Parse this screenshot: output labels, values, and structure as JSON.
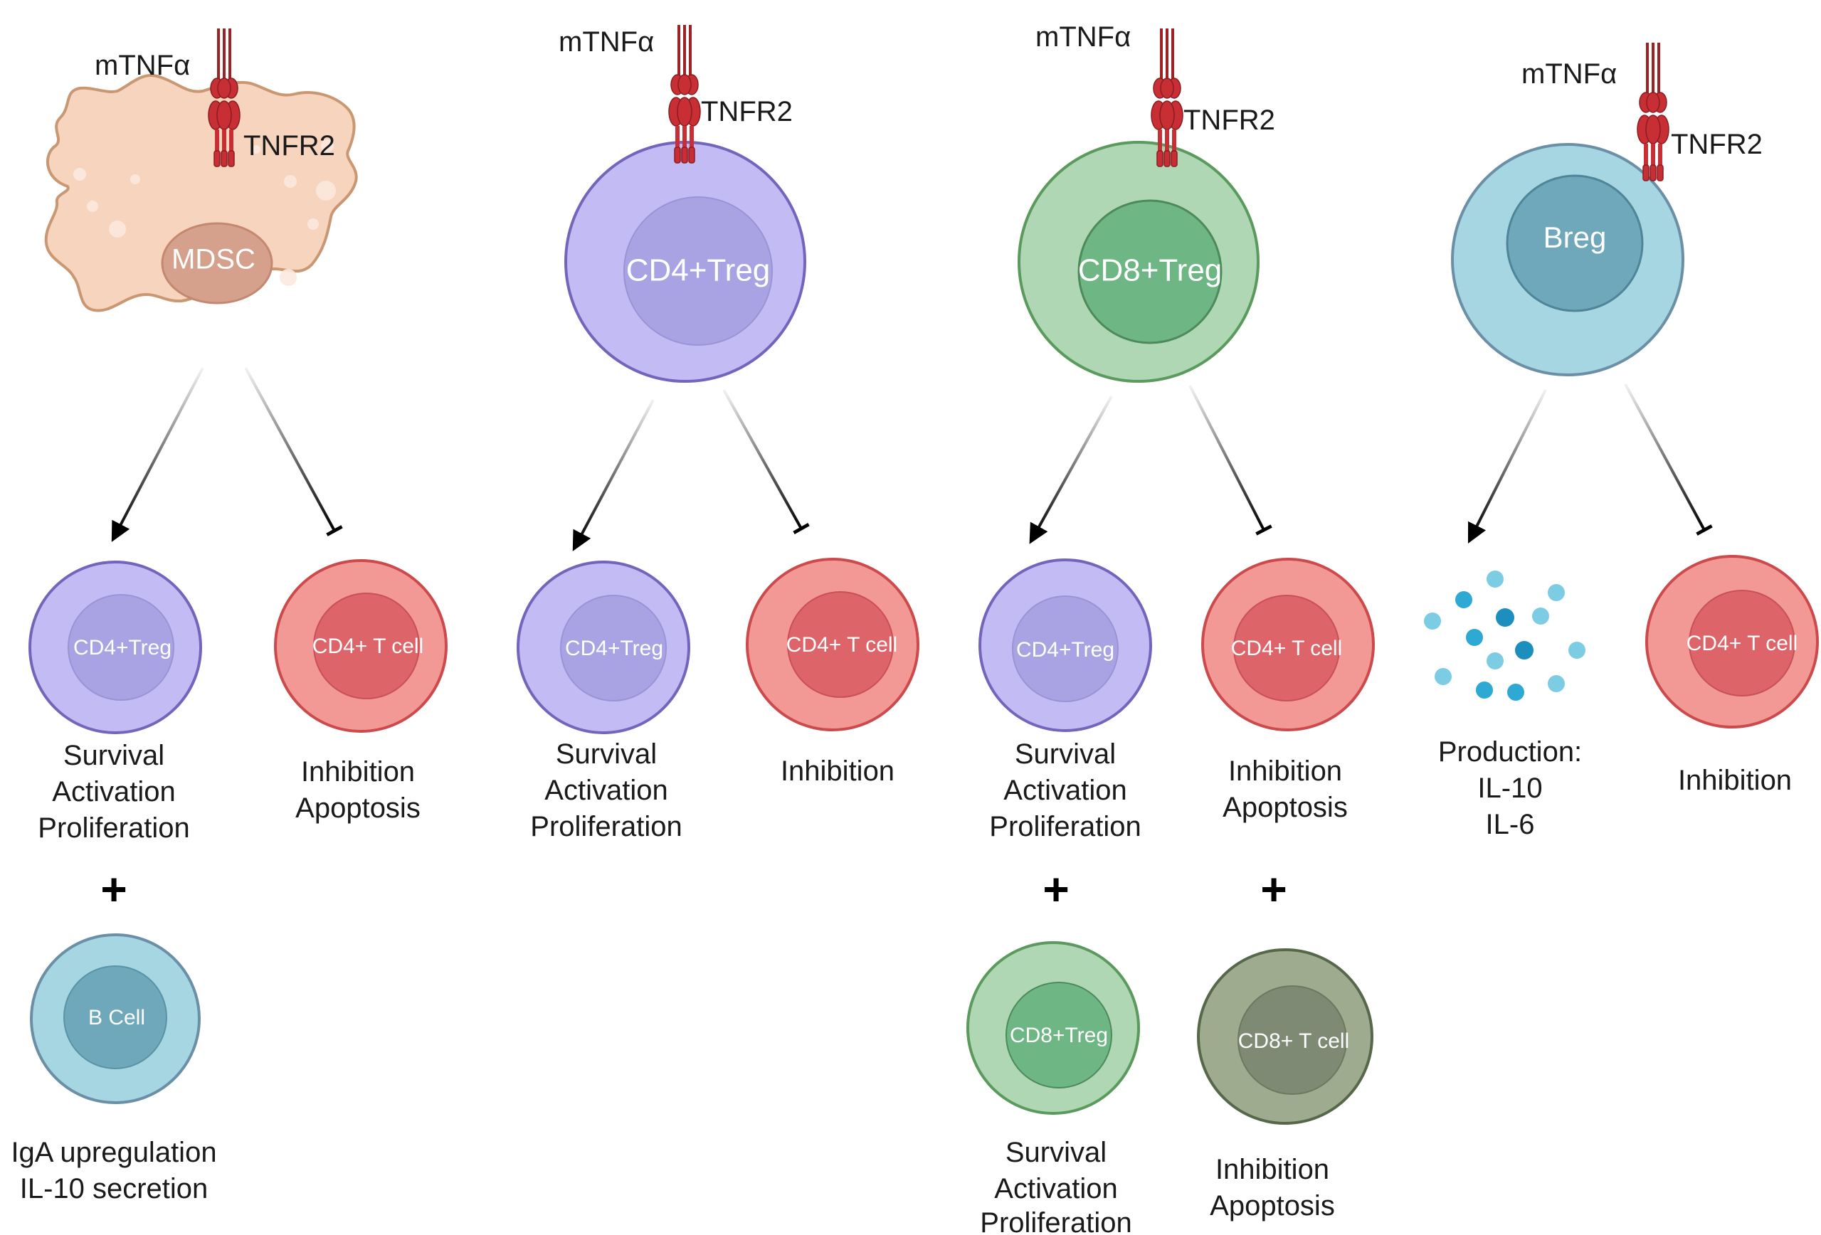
{
  "labels": {
    "ligand": "mTNFα",
    "receptor": "TNFR2",
    "plus": "+"
  },
  "sources": {
    "mdsc": "MDSC",
    "cd4treg": "CD4+Treg",
    "cd8treg": "CD8+Treg",
    "breg": "Breg"
  },
  "targets": {
    "cd4treg": "CD4+Treg",
    "cd4tcell": "CD4+ T cell",
    "cd8treg": "CD8+Treg",
    "cd8tcell": "CD8+ T cell",
    "bcell": "B Cell"
  },
  "outcomes": {
    "survival": "Survival",
    "activation": "Activation",
    "proliferation": "Proliferation",
    "inhibition": "Inhibition",
    "apoptosis": "Apoptosis",
    "production": "Production:",
    "il10": "IL-10",
    "il6": "IL-6",
    "iga": "IgA upregulation",
    "il10sec": "IL-10 secretion"
  },
  "colors": {
    "mdsc_body": "#f7d4bd",
    "mdsc_outline": "#c99873",
    "mdsc_nucleus": "#d5a18d",
    "purple_outer": "#c3bbf4",
    "purple_inner": "#aaa3e3",
    "purple_stroke": "#7464bc",
    "green_outer": "#b0d7b4",
    "green_inner": "#6fb685",
    "green_stroke": "#5a9a5c",
    "blue_outer": "#a5d6e2",
    "blue_inner": "#6ea8ba",
    "blue_stroke": "#6b8fa6",
    "red_outer": "#f29995",
    "red_inner": "#dd6469",
    "red_stroke": "#cc4a4c",
    "olive_outer": "#9fab8f",
    "olive_inner": "#7e8a73",
    "olive_stroke": "#566849",
    "receptor": "#c72f35"
  }
}
